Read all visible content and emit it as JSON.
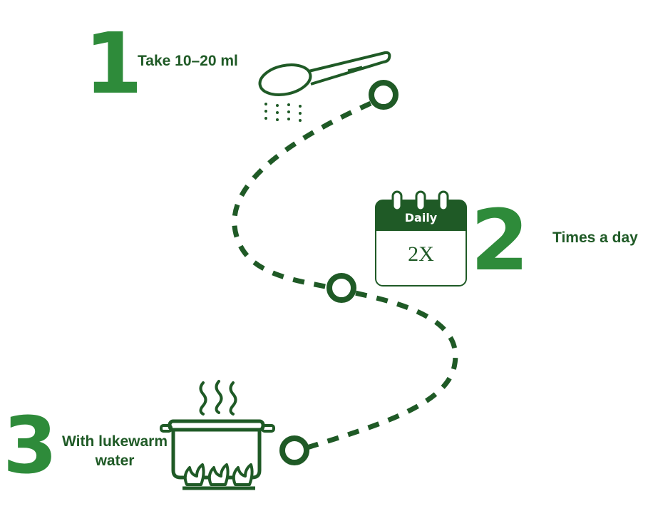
{
  "steps": [
    {
      "number": "1",
      "label": "Take 10–20 ml"
    },
    {
      "number": "2",
      "label": "Times a day"
    },
    {
      "number": "3",
      "label": "With lukewarm water"
    }
  ],
  "calendar": {
    "header": "Daily",
    "value": "2X"
  },
  "colors": {
    "dark_green": "#1f5a26",
    "bright_green": "#2e8b3a",
    "background": "#ffffff"
  },
  "icons": [
    "spoon-icon",
    "powder-dots-icon",
    "calendar-icon",
    "cooking-pot-icon",
    "steam-icon",
    "flame-icon",
    "path-node-icon"
  ]
}
